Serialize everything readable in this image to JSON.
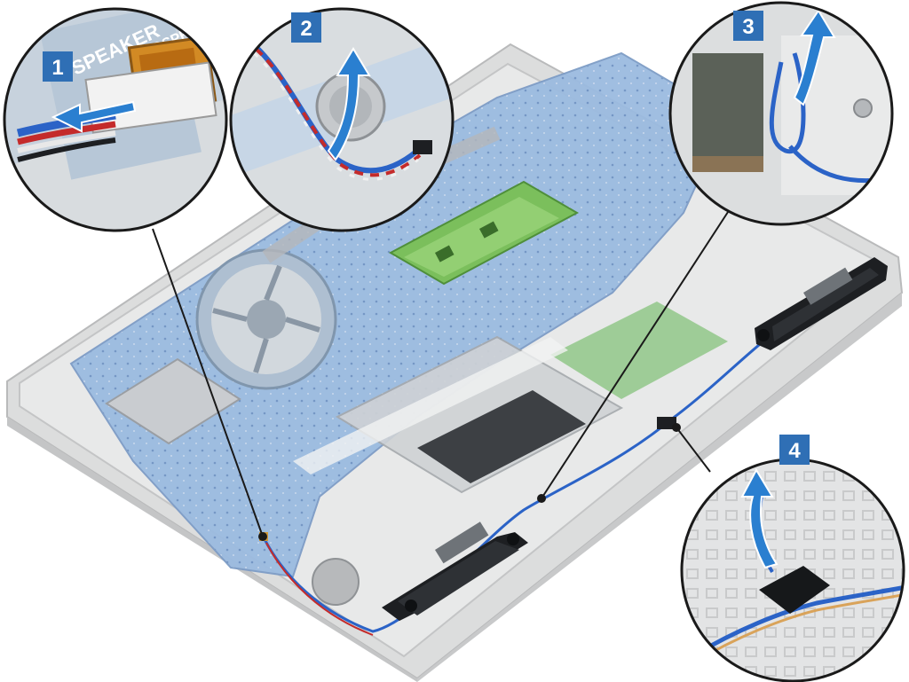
{
  "diagram": {
    "callouts": [
      {
        "number": "1"
      },
      {
        "number": "2"
      },
      {
        "number": "3"
      },
      {
        "number": "4"
      }
    ],
    "connector_label": "SPEAKER",
    "connector_label_secondary": "DSPKR",
    "colors": {
      "badge": "#2f6fb5",
      "arrow": "#2a7fd0",
      "pcb": "#8fb3dc",
      "chassis": "#d9dadb",
      "speaker": "#1d1f22",
      "wire_blue": "#2b63c7",
      "wire_red": "#c42b2b",
      "leader_line": "#1a1a1a"
    },
    "icons": [
      "arrow-up-curved-icon",
      "arrow-left-icon"
    ]
  }
}
